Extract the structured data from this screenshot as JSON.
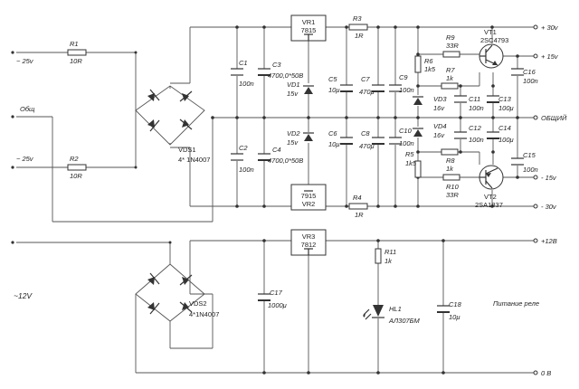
{
  "inputs": {
    "ac_top": "~ 25v",
    "common": "Общ",
    "ac_bottom": "~ 25v",
    "ac_12": "~12V"
  },
  "rails": {
    "p30": "+ 30v",
    "p15": "+ 15v",
    "common": "ОБЩИЙ",
    "m15": "- 15v",
    "m30": "- 30v",
    "p12": "+12В",
    "zero": "0 В"
  },
  "note_relay": "Питание реле",
  "resistors": {
    "r1": {
      "ref": "R1",
      "val": "10R"
    },
    "r2": {
      "ref": "R2",
      "val": "10R"
    },
    "r3": {
      "ref": "R3",
      "val": "1R"
    },
    "r4": {
      "ref": "R4",
      "val": "1R"
    },
    "r5": {
      "ref": "R5",
      "val": "1k5"
    },
    "r6": {
      "ref": "R6",
      "val": "1k5"
    },
    "r7": {
      "ref": "R7",
      "val": "1k"
    },
    "r8": {
      "ref": "R8",
      "val": "1k"
    },
    "r9": {
      "ref": "R9",
      "val": "33R"
    },
    "r10": {
      "ref": "R10",
      "val": "33R"
    },
    "r11": {
      "ref": "R11",
      "val": "1k"
    }
  },
  "capacitors": {
    "c1": {
      "ref": "C1",
      "val": "100n"
    },
    "c2": {
      "ref": "C2",
      "val": "100n"
    },
    "c3": {
      "ref": "C3",
      "val": "4700,0*50B"
    },
    "c4": {
      "ref": "C4",
      "val": "4700,0*50B"
    },
    "c5": {
      "ref": "C5",
      "val": "10μ"
    },
    "c6": {
      "ref": "C6",
      "val": "10μ"
    },
    "c7": {
      "ref": "C7",
      "val": "470μ"
    },
    "c8": {
      "ref": "C8",
      "val": "470μ"
    },
    "c9": {
      "ref": "C9",
      "val": "100n"
    },
    "c10": {
      "ref": "C10",
      "val": "100n"
    },
    "c11": {
      "ref": "C11",
      "val": "100n"
    },
    "c12": {
      "ref": "C12",
      "val": "100n"
    },
    "c13": {
      "ref": "C13",
      "val": "100μ"
    },
    "c14": {
      "ref": "C14",
      "val": "100μ"
    },
    "c15": {
      "ref": "C15",
      "val": "100n"
    },
    "c16": {
      "ref": "C16",
      "val": "100n"
    },
    "c17": {
      "ref": "C17",
      "val": "1000μ"
    },
    "c18": {
      "ref": "C18",
      "val": "10μ"
    }
  },
  "diodes": {
    "vd1": {
      "ref": "VD1",
      "val": "15v"
    },
    "vd2": {
      "ref": "VD2",
      "val": "15v"
    },
    "vd3": {
      "ref": "VD3",
      "val": "16v"
    },
    "vd4": {
      "ref": "VD4",
      "val": "16v"
    }
  },
  "bridges": {
    "vds1": {
      "ref": "VDS1",
      "val": "4* 1N4007"
    },
    "vds2": {
      "ref": "VDS2",
      "val": "4*1N4007"
    }
  },
  "regulators": {
    "vr1": {
      "ref": "VR1",
      "val": "7815"
    },
    "vr2": {
      "ref": "VR2",
      "val": "7915"
    },
    "vr3": {
      "ref": "VR3",
      "val": "7812"
    }
  },
  "transistors": {
    "vt1": {
      "ref": "VT1",
      "val": "2SC4793"
    },
    "vt2": {
      "ref": "VT2",
      "val": "2SA1837"
    }
  },
  "led": {
    "ref": "HL1",
    "val": "АЛ307БМ"
  }
}
